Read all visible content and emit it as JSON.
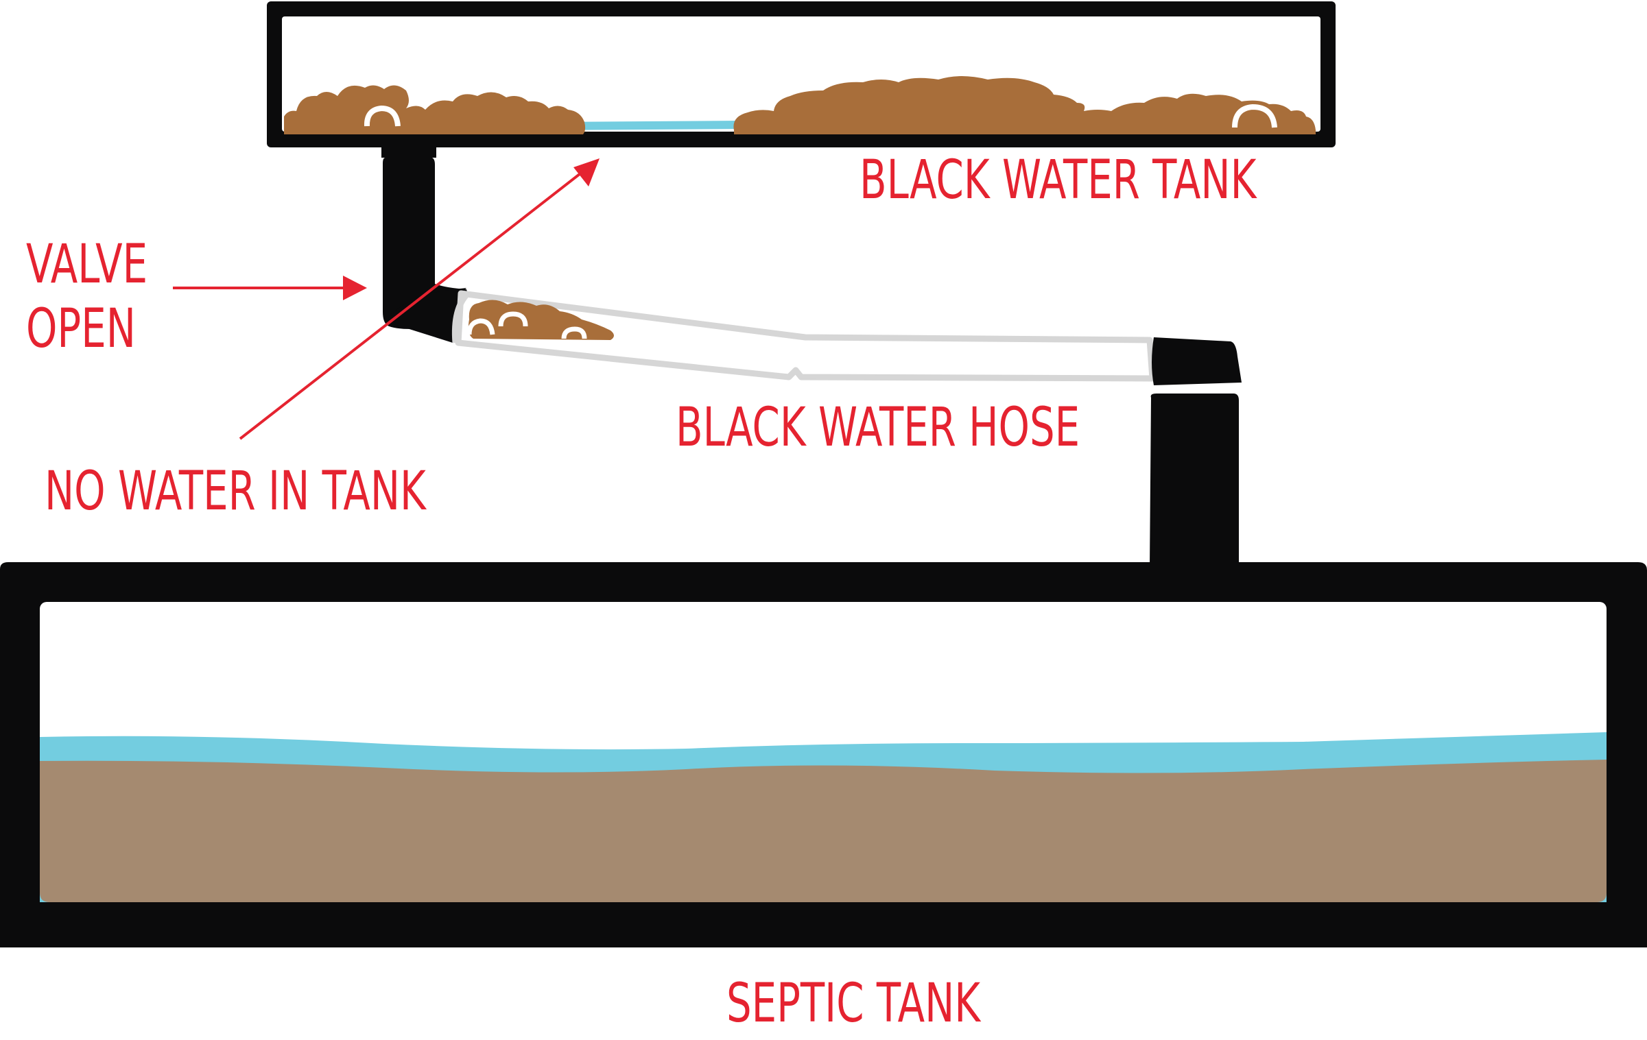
{
  "labels": {
    "black_water_tank": "BLACK WATER TANK",
    "valve_open_line1": "VALVE",
    "valve_open_line2": "OPEN",
    "black_water_hose": "BLACK WATER HOSE",
    "no_water_in_tank": "NO WATER IN TANK",
    "septic_tank": "SEPTIC TANK"
  },
  "colors": {
    "label_red": "#e52330",
    "tank_black": "#0b0b0c",
    "waste_brown": "#a86e3a",
    "water_blue": "#73cde0",
    "sludge_tan": "#a58a70",
    "hose_gray": "#d6d6d6"
  }
}
